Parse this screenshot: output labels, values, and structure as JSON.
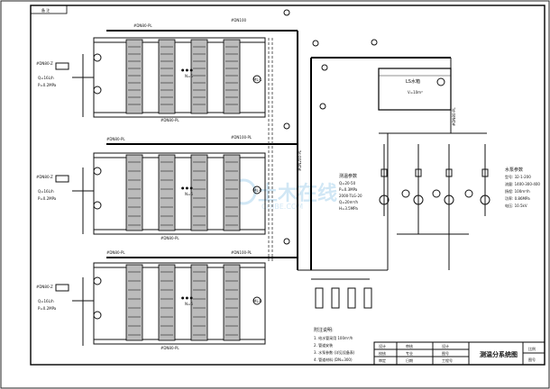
{
  "drawing": {
    "corner_tag": "备 注",
    "title": "测温分系统图",
    "watermark_cn": "土木在线",
    "watermark_en": "COIBE.COM"
  },
  "labels": {
    "pipe_top_1": "#DN80-PL",
    "pipe_top_2": "#DN100",
    "pipe_mid_1": "#DN80-PL",
    "pipe_mid_2": "#DN100-PL",
    "pipe_bot_1": "#DN80-PL",
    "pipe_bot_2": "#DN100-PL",
    "bottom_bus_1": "#DN80-PL",
    "bottom_bus_2": "#DN80-PL",
    "bottom_bus_3": "#DN80-PL",
    "side_pipe_1": "#DN200-PL",
    "vert_pipe": "#DN80-PL",
    "n6_1": "N=6",
    "n6_2": "N=6",
    "n6_3": "N=6",
    "tank": "LS水箱",
    "tank_vol": "V=10m³",
    "inlet_1": "#DN80-Z",
    "inlet_2": "#DN80-Z",
    "inlet_3": "#DN80-Z",
    "q1": "Q=16L/h",
    "p1": "P=0.2MPa",
    "q2": "Q=16L/h",
    "p2": "P=0.2MPa",
    "q3": "Q=16L/h",
    "p3": "P=0.2MPa",
    "ml1": "ML-1",
    "ml2": "ML-2",
    "ml3": "ML-3"
  },
  "params_mid": {
    "title": "测温参数",
    "r1": "Q=20-50",
    "r2": "P=0.3MPa",
    "r3": "2000-TLG-20",
    "r4": "Q=20m³/h",
    "r5": "H=3.5MPa"
  },
  "params_right": {
    "title": "水泵参数",
    "r1": "型号: 32-1-200",
    "r2": "流量: 1400-300-400",
    "r3": "扬程: 100m³/h",
    "r4": "功率: 0.86MPa",
    "r5": "电压: 10.5kV"
  },
  "notes": {
    "title": "附注说明:",
    "n1": "1. 给水管采用 100m³/h",
    "n2": "2. 管道安装",
    "n3": "3. 水泵参数 (详见设备表)",
    "n4": "4. 管道材料 (DN=300)"
  },
  "title_block": {
    "row1": [
      "设计",
      "审核",
      "设计"
    ],
    "row2": [
      "校核",
      "专业",
      "图号"
    ],
    "row3": [
      "审定",
      "日期",
      "工程号"
    ],
    "col_extra": [
      "比例",
      "图号"
    ]
  }
}
